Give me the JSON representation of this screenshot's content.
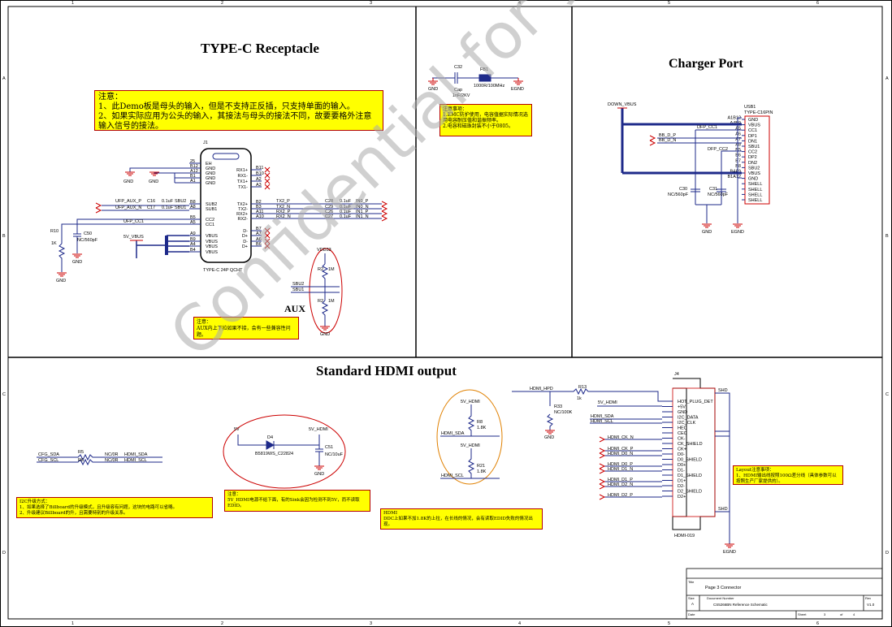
{
  "titles": {
    "typec": "TYPE-C Receptacle",
    "charger": "Charger Port",
    "hdmi": "Standard HDMI output",
    "aux": "AUX"
  },
  "border": {
    "cols": [
      "1",
      "2",
      "3",
      "4",
      "5",
      "6"
    ],
    "rows": [
      "A",
      "B",
      "C",
      "D"
    ]
  },
  "notes": {
    "typec": "注意：\n1、此Demo板是母头的输入，但是不支持正反插，只支持单面的输入。\n2、如果实际应用为公头的输入，其接法与母头的接法不同，故要要格外注意输入信号的接法。",
    "emc": "注意事项：\n1.EMC防护使用，电容值据实际情况选用电容耐压值和谐振频率。\n2.电容和磁珠封装不小于0805。",
    "aux": "注意：\nAUX内上下拉如果不接，会有一些兼容性问题。",
    "i2c": "I2C升级方式：\n1、如果选择了Billboard的升级模式，且升级容有问题，这块的电路可以省略。\n2、升级建议Billboard的升，且需要特别的升级关系。",
    "hpd": "注意：\n5V_HDMI电源不给下面，有的Sink会因为检测不到5V，而不读取EDID。",
    "ddc": "HDMI\nDDC上如果不加1.8K的上拉，在长线的情况，会有读取EDID失败的情况出现。",
    "layout": "Layout注意事项：\n1、HDMI输出线按照100Ω差分线（具体参数可以按照生产厂家提供的）。"
  },
  "watermark": "Confidential for 安格瑞 only",
  "typec_part": {
    "ref": "J1",
    "name": "TYPE-C 24P QCHT",
    "left_pins": [
      "EH",
      "GND",
      "GND",
      "GND",
      "GND",
      "SUB2",
      "SUB1",
      "CC2",
      "CC1",
      "VBUS",
      "VBUS",
      "VBUS",
      "VBUS"
    ],
    "left_nums": [
      "25",
      "B12",
      "A12",
      "B1",
      "A1",
      "B8",
      "A8",
      "B5",
      "A5",
      "A9",
      "B9",
      "A4",
      "B4"
    ],
    "right_pins": [
      "RX1+",
      "RX1-",
      "TX1+",
      "TX1-",
      "TX2+",
      "TX2-",
      "RX2+",
      "RX2-",
      "D-",
      "D+",
      "D-",
      "D+"
    ],
    "right_nums": [
      "B11",
      "B10",
      "A2",
      "A3",
      "B2",
      "B3",
      "A11",
      "A10",
      "B7",
      "A7",
      "A6",
      "B6"
    ]
  },
  "typec_nets": {
    "aux_p": "UFP_AUX_P",
    "aux_n": "UFP_AUX_N",
    "ufp_cc1": "UFP_CC1",
    "vbus5v": "5V_VBUS",
    "c16": "C16",
    "c17": "C17",
    "cap01": "0.1uF",
    "sbu2": "SBU2",
    "sbu1": "SBU1",
    "tx2p": "TX2_P",
    "tx2n": "TX2_N",
    "rx2p": "RX2_P",
    "rx2n": "RX2_N",
    "in0p": "IN0_P",
    "in0n": "IN0_N",
    "in1p": "IN1_P",
    "in1n": "IN1_N",
    "c28": "C28",
    "c29": "C29",
    "c26": "C26",
    "c27": "C27",
    "r10": "R10",
    "r10v": "1K",
    "c50": "C50",
    "c50v": "NC/560pF",
    "gnd": "GND",
    "vdd33": "VDD33",
    "r2a": "R2",
    "r2b": "R2",
    "r1m": "1M"
  },
  "emc": {
    "c32": "C32",
    "c32v": "Cap",
    "c32kv": "1nF/2KV",
    "fb": "FB1",
    "fbv": "1000R/100MHz",
    "gnd": "GND",
    "egnd": "EGND"
  },
  "charger": {
    "downvbus": "DOWN_VBUS",
    "usb": "USB1",
    "usbname": "TYPE-C16PIN",
    "pins": [
      "GND",
      "VBUS",
      "CC1",
      "DP1",
      "DN1",
      "SBU1",
      "CC2",
      "DP2",
      "DN2",
      "SBU2",
      "VBUS",
      "GND",
      "SHELL",
      "SHELL",
      "SHELL",
      "SHELL"
    ],
    "nums": [
      "A1B12",
      "A4B9",
      "A5",
      "A6",
      "A7",
      "A8",
      "B5",
      "B6",
      "B7",
      "B8",
      "B4A9",
      "B1A12",
      "",
      "",
      "",
      ""
    ],
    "bb_dp": "BB_D_P",
    "bb_dn": "BB_D_N",
    "dfp_cc1": "DFP_CC1",
    "dfp_cc2": "DFP_CC2",
    "c30": "C30",
    "c31": "C31",
    "cv": "NC/560pF",
    "gnd": "GND",
    "egnd": "EGND"
  },
  "hdmi": {
    "j4": "J4",
    "j4name": "HDMI-019",
    "pins": [
      "HOT_PLUG_DET",
      "+5V",
      "GND",
      "I2C_DATA",
      "I2C_CLK",
      "HEC",
      "CEC",
      "CK-",
      "CK_SHIELD",
      "CK+",
      "D0-",
      "D0_SHIELD",
      "D0+",
      "D1-",
      "D1_SHIELD",
      "D1+",
      "D2-",
      "D2_SHIELD",
      "D2+"
    ],
    "shd": "SHD",
    "hpd": "HDMI_HPD",
    "r13": "R13",
    "r13v": "1k",
    "r33": "R33",
    "r33v": "NC/100K",
    "v5hdmi": "5V_HDMI",
    "sda": "HDMI_SDA",
    "scl": "HDMI_SCL",
    "ckn": "HDMI_CK_N",
    "ckp": "HDMI_CK_P",
    "d0n": "HDMI_D0_N",
    "d0p": "HDMI_D0_P",
    "d1n": "HDMI_D1_N",
    "d1p": "HDMI_D1_P",
    "d2n": "HDMI_D2_N",
    "d2p": "HDMI_D2_P",
    "egnd": "EGND",
    "r8": "R8",
    "r21": "R21",
    "r18k": "1.8K",
    "cfg_sda": "CFG_SDA",
    "cfg_scl": "CFG_SCL",
    "r5": "R5",
    "r6": "R6",
    "ncor": "NC/0R",
    "v5v": "5V",
    "d4": "D4",
    "d4v": "B5819WS_C22824",
    "c51": "C51",
    "c51v": "NC/10uF",
    "gnd": "GND"
  },
  "titleblock": {
    "title_label": "Title",
    "title": "Page 3 Connector",
    "size_label": "Size",
    "size": "A",
    "docnum_label": "Document Number",
    "docnum": "CS5266BN Reference Schematic",
    "rev_label": "Rev",
    "rev": "V1.0",
    "date_label": "Date",
    "sheet_label": "Sheet",
    "sheet": "3",
    "of_label": "of",
    "of": "4"
  }
}
